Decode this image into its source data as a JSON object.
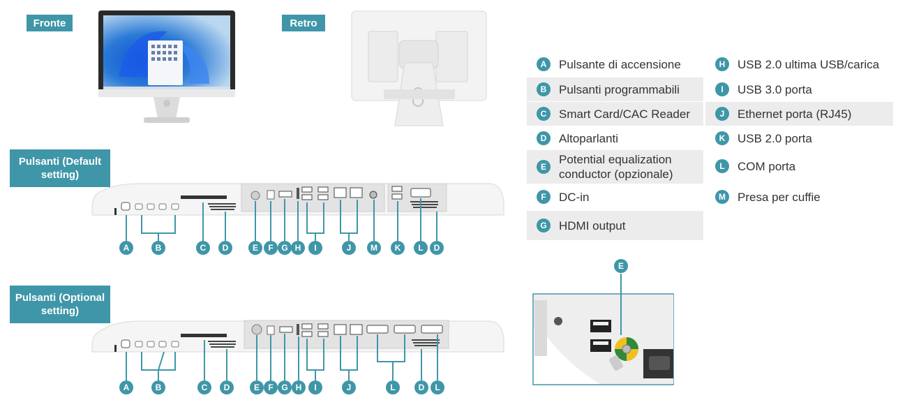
{
  "labels": {
    "front": "Fronte",
    "back": "Retro",
    "default_setting": "Pulsanti (Default setting)",
    "optional_setting": "Pulsanti (Optional setting)"
  },
  "legend": {
    "left": [
      {
        "letter": "A",
        "text": "Pulsante di accensione"
      },
      {
        "letter": "B",
        "text": "Pulsanti programmabili"
      },
      {
        "letter": "C",
        "text": "Smart Card/CAC Reader"
      },
      {
        "letter": "D",
        "text": "Altoparlanti"
      },
      {
        "letter": "E",
        "text": "Potential equalization conductor (opzionale)"
      },
      {
        "letter": "F",
        "text": "DC-in"
      },
      {
        "letter": "G",
        "text": "HDMI output"
      }
    ],
    "right": [
      {
        "letter": "H",
        "text": "USB 2.0 ultima USB/carica"
      },
      {
        "letter": "I",
        "text": "USB 3.0 porta"
      },
      {
        "letter": "J",
        "text": "Ethernet porta (RJ45)"
      },
      {
        "letter": "K",
        "text": "USB 2.0 porta"
      },
      {
        "letter": "L",
        "text": "COM porta"
      },
      {
        "letter": "M",
        "text": "Presa per cuffie"
      }
    ]
  },
  "default_callouts": [
    "A",
    "B",
    "C",
    "D",
    "E",
    "F",
    "G",
    "H",
    "I",
    "J",
    "M",
    "K",
    "L",
    "D"
  ],
  "optional_callouts": [
    "A",
    "B",
    "C",
    "D",
    "E",
    "F",
    "G",
    "H",
    "I",
    "J",
    "L",
    "D",
    "L"
  ],
  "zoom_callout": "E",
  "colors": {
    "accent": "#3f96a8",
    "shade": "#ececec",
    "device": "#f2f2f2"
  }
}
